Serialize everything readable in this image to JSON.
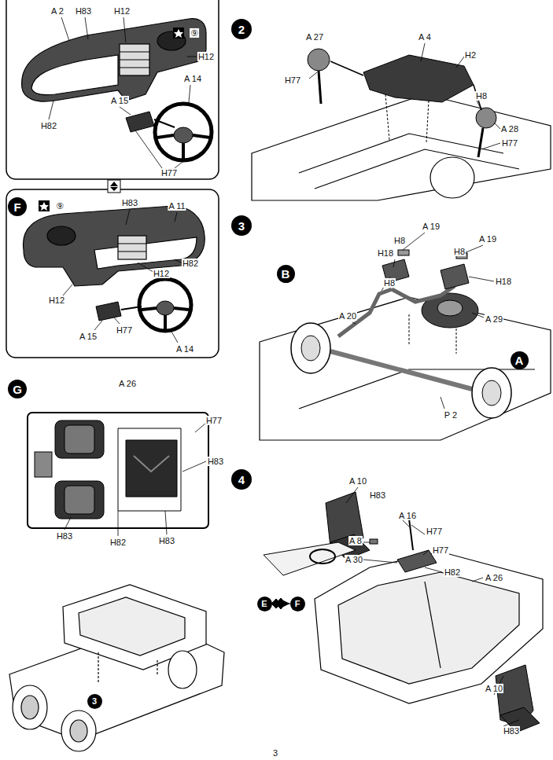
{
  "diagram": {
    "nodes": [
      {
        "text": [
          "F"
        ]
      },
      {
        "text": [
          "G"
        ]
      },
      {
        "text": [
          "3"
        ]
      },
      {
        "text": [
          "2"
        ]
      },
      {
        "text": [
          "3"
        ]
      },
      {
        "text": [
          "B"
        ]
      },
      {
        "text": [
          "A"
        ]
      },
      {
        "text": [
          "4"
        ]
      },
      {
        "text": [
          "E"
        ]
      },
      {
        "text": [
          "F"
        ]
      }
    ],
    "edges": [
      {
        "from": 8,
        "to": 9,
        "arrow": "both"
      }
    ],
    "labels": [
      "A 2",
      "H83",
      "H12",
      "⑨",
      "H12",
      "A 15",
      "A 14",
      "H82",
      "H77",
      "⑨",
      "H83",
      "A 11",
      "H82",
      "H12",
      "H12",
      "A 15",
      "H77",
      "A 14",
      "A 26",
      "H77",
      "H83",
      "H83",
      "H82",
      "H83",
      "A 27",
      "H77",
      "A 4",
      "H2",
      "H8",
      "A 28",
      "H77",
      "A 19",
      "H8",
      "H18",
      "A 19",
      "H8",
      "H8",
      "H18",
      "A 20",
      "A 29",
      "P 2",
      "A 10",
      "H83",
      "A 16",
      "H77",
      "A 8",
      "H77",
      "A 30",
      "H82",
      "A 26",
      "A 10",
      "H83",
      "3"
    ]
  }
}
